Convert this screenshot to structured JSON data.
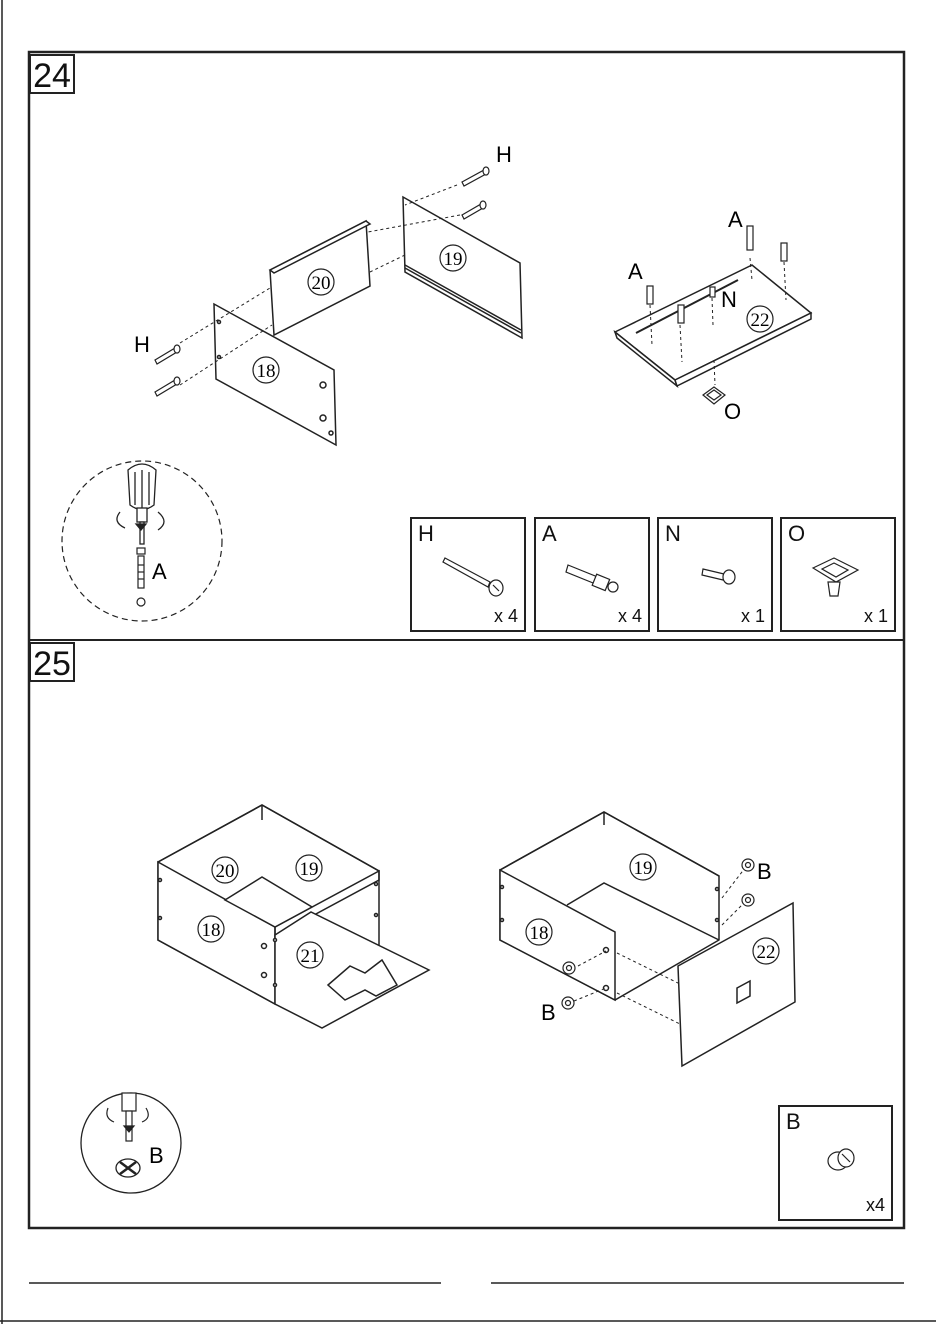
{
  "steps": [
    {
      "number": "24"
    },
    {
      "number": "25"
    }
  ],
  "step24": {
    "panels": {
      "p18": "18",
      "p19": "19",
      "p20": "20",
      "p22": "22"
    },
    "callouts": {
      "h_top": "H",
      "h_left": "H",
      "a_left": "A",
      "a_right": "A",
      "n": "N",
      "o": "O",
      "detail_a": "A"
    },
    "parts": [
      {
        "label": "H",
        "qty": "x 4"
      },
      {
        "label": "A",
        "qty": "x 4"
      },
      {
        "label": "N",
        "qty": "x 1"
      },
      {
        "label": "O",
        "qty": "x 1"
      }
    ]
  },
  "step25": {
    "panels_left": {
      "p20": "20",
      "p19": "19",
      "p18": "18",
      "p21": "21"
    },
    "panels_right": {
      "p19": "19",
      "p18": "18",
      "p22": "22"
    },
    "callouts": {
      "b_top": "B",
      "b_bottom": "B",
      "detail_b": "B"
    },
    "parts": [
      {
        "label": "B",
        "qty": "x4"
      }
    ]
  }
}
